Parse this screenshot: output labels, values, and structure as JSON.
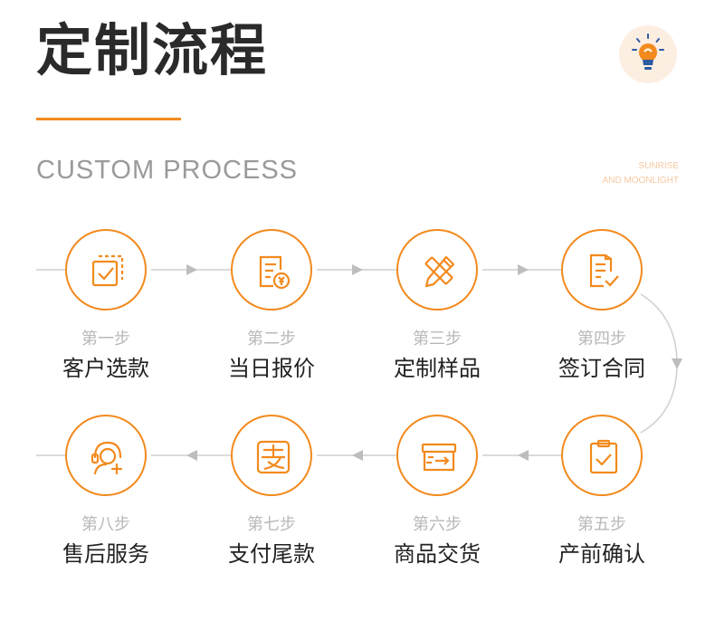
{
  "header": {
    "title": "定制流程",
    "subtitle": "CUSTOM PROCESS",
    "brand_line1": "SUNRISE",
    "brand_line2": "AND MOONLIGHT"
  },
  "colors": {
    "accent": "#f28a1e",
    "title": "#2a2a2a",
    "muted": "#b8b8b8"
  },
  "steps": [
    {
      "no": "第一步",
      "name": "客户选款",
      "icon": "select-copy-icon"
    },
    {
      "no": "第二步",
      "name": "当日报价",
      "icon": "quote-yen-icon"
    },
    {
      "no": "第三步",
      "name": "定制样品",
      "icon": "ruler-pencil-icon"
    },
    {
      "no": "第四步",
      "name": "签订合同",
      "icon": "contract-sign-icon"
    },
    {
      "no": "第五步",
      "name": "产前确认",
      "icon": "clipboard-check-icon"
    },
    {
      "no": "第六步",
      "name": "商品交货",
      "icon": "delivery-box-icon"
    },
    {
      "no": "第七步",
      "name": "支付尾款",
      "icon": "payment-icon"
    },
    {
      "no": "第八步",
      "name": "售后服务",
      "icon": "customer-service-icon"
    }
  ]
}
